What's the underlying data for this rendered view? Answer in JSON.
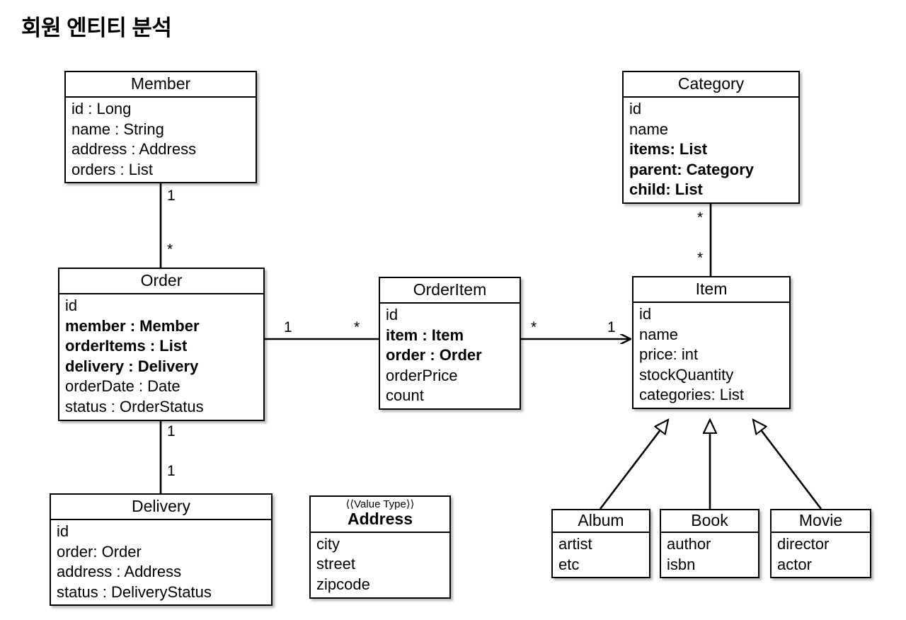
{
  "page": {
    "title": "회원 엔티티 분석",
    "background": "#ffffff",
    "line_color": "#000000",
    "diagram_type": "uml-class-diagram"
  },
  "classes": {
    "member": {
      "name": "Member",
      "attributes": [
        {
          "text": "id : Long",
          "bold": false
        },
        {
          "text": "name : String",
          "bold": false
        },
        {
          "text": "address : Address",
          "bold": false
        },
        {
          "text": "orders : List",
          "bold": false
        }
      ]
    },
    "order": {
      "name": "Order",
      "attributes": [
        {
          "text": "id",
          "bold": false
        },
        {
          "text": "member : Member",
          "bold": true
        },
        {
          "text": "orderItems : List",
          "bold": true
        },
        {
          "text": "delivery : Delivery",
          "bold": true
        },
        {
          "text": "orderDate : Date",
          "bold": false
        },
        {
          "text": "status : OrderStatus",
          "bold": false
        }
      ]
    },
    "orderitem": {
      "name": "OrderItem",
      "attributes": [
        {
          "text": "id",
          "bold": false
        },
        {
          "text": "item : Item",
          "bold": true
        },
        {
          "text": "order : Order",
          "bold": true
        },
        {
          "text": "orderPrice",
          "bold": false
        },
        {
          "text": "count",
          "bold": false
        }
      ]
    },
    "delivery": {
      "name": "Delivery",
      "attributes": [
        {
          "text": "id",
          "bold": false
        },
        {
          "text": "order: Order",
          "bold": false
        },
        {
          "text": "address : Address",
          "bold": false
        },
        {
          "text": "status : DeliveryStatus",
          "bold": false
        }
      ]
    },
    "address": {
      "stereotype": "⟨⟨Value Type⟩⟩",
      "name": "Address",
      "attributes": [
        {
          "text": "city",
          "bold": false
        },
        {
          "text": "street",
          "bold": false
        },
        {
          "text": "zipcode",
          "bold": false
        }
      ]
    },
    "category": {
      "name": "Category",
      "attributes": [
        {
          "text": "id",
          "bold": false
        },
        {
          "text": "name",
          "bold": false
        },
        {
          "text": "items: List",
          "bold": true
        },
        {
          "text": "parent: Category",
          "bold": true
        },
        {
          "text": "child: List",
          "bold": true
        }
      ]
    },
    "item": {
      "name": "Item",
      "attributes": [
        {
          "text": "id",
          "bold": false
        },
        {
          "text": "name",
          "bold": false
        },
        {
          "text": "price: int",
          "bold": false
        },
        {
          "text": "stockQuantity",
          "bold": false
        },
        {
          "text": "categories: List",
          "bold": false
        }
      ]
    },
    "album": {
      "name": "Album",
      "attributes": [
        {
          "text": "artist",
          "bold": false
        },
        {
          "text": "etc",
          "bold": false
        }
      ]
    },
    "book": {
      "name": "Book",
      "attributes": [
        {
          "text": "author",
          "bold": false
        },
        {
          "text": "isbn",
          "bold": false
        }
      ]
    },
    "movie": {
      "name": "Movie",
      "attributes": [
        {
          "text": "director",
          "bold": false
        },
        {
          "text": "actor",
          "bold": false
        }
      ]
    }
  },
  "multiplicities": {
    "member_to_order_source": "1",
    "member_to_order_target": "*",
    "order_to_orderitem_source": "1",
    "order_to_orderitem_target": "*",
    "orderitem_to_item_source": "*",
    "orderitem_to_item_target": "1",
    "category_to_item_source": "*",
    "category_to_item_target": "*",
    "order_to_delivery_source": "1",
    "order_to_delivery_target": "1"
  },
  "relationships": [
    {
      "from": "Member",
      "to": "Order",
      "kind": "association",
      "source_mult": "1",
      "target_mult": "*"
    },
    {
      "from": "Order",
      "to": "OrderItem",
      "kind": "association",
      "source_mult": "1",
      "target_mult": "*"
    },
    {
      "from": "OrderItem",
      "to": "Item",
      "kind": "directed-association",
      "source_mult": "*",
      "target_mult": "1"
    },
    {
      "from": "Category",
      "to": "Item",
      "kind": "association",
      "source_mult": "*",
      "target_mult": "*"
    },
    {
      "from": "Order",
      "to": "Delivery",
      "kind": "association",
      "source_mult": "1",
      "target_mult": "1"
    },
    {
      "from": "Album",
      "to": "Item",
      "kind": "generalization"
    },
    {
      "from": "Book",
      "to": "Item",
      "kind": "generalization"
    },
    {
      "from": "Movie",
      "to": "Item",
      "kind": "generalization"
    }
  ]
}
